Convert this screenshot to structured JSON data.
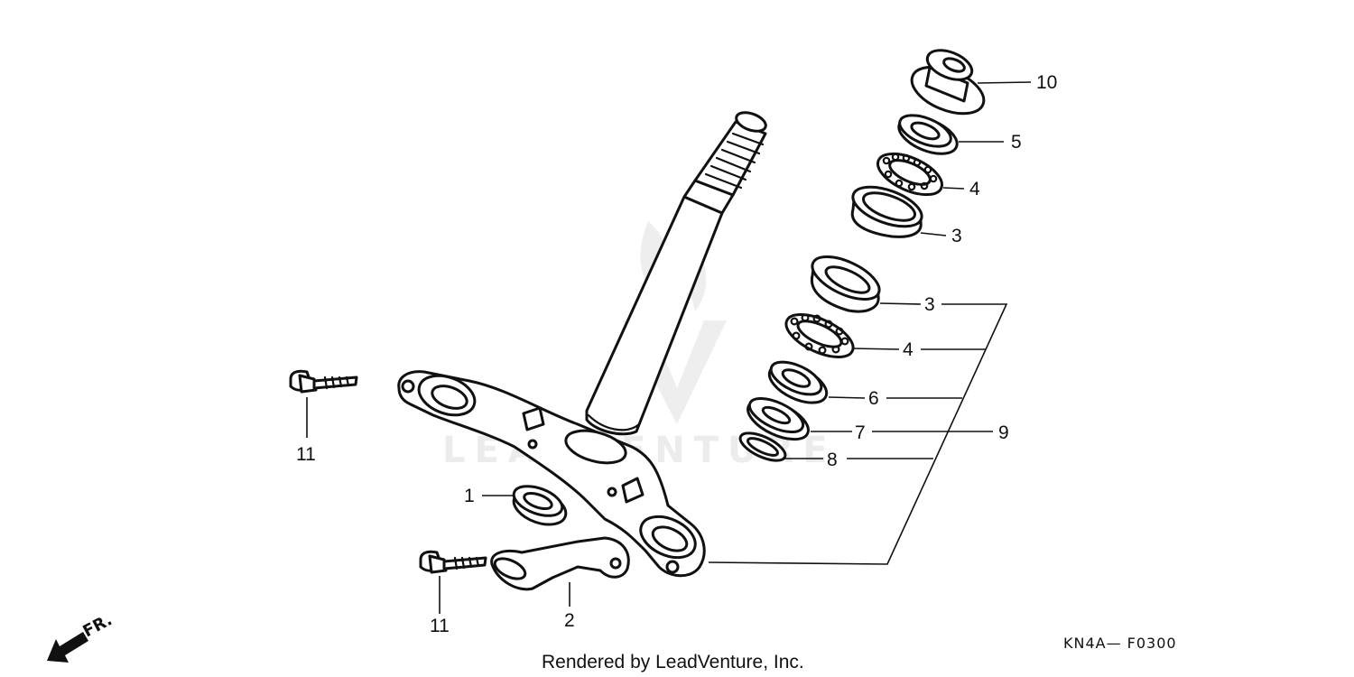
{
  "diagram": {
    "callouts": {
      "c1": "1",
      "c2": "2",
      "c3a": "3",
      "c3b": "3",
      "c4a": "4",
      "c4b": "4",
      "c5": "5",
      "c6": "6",
      "c7": "7",
      "c8": "8",
      "c9": "9",
      "c10": "10",
      "c11a": "11",
      "c11b": "11"
    },
    "direction_label": "FR.",
    "diagram_code": "KN4A— F0300",
    "footer": "Rendered by LeadVenture, Inc.",
    "watermark": "LEADVENTURE",
    "colors": {
      "ink": "#111111",
      "watermark": "#ececec"
    }
  }
}
